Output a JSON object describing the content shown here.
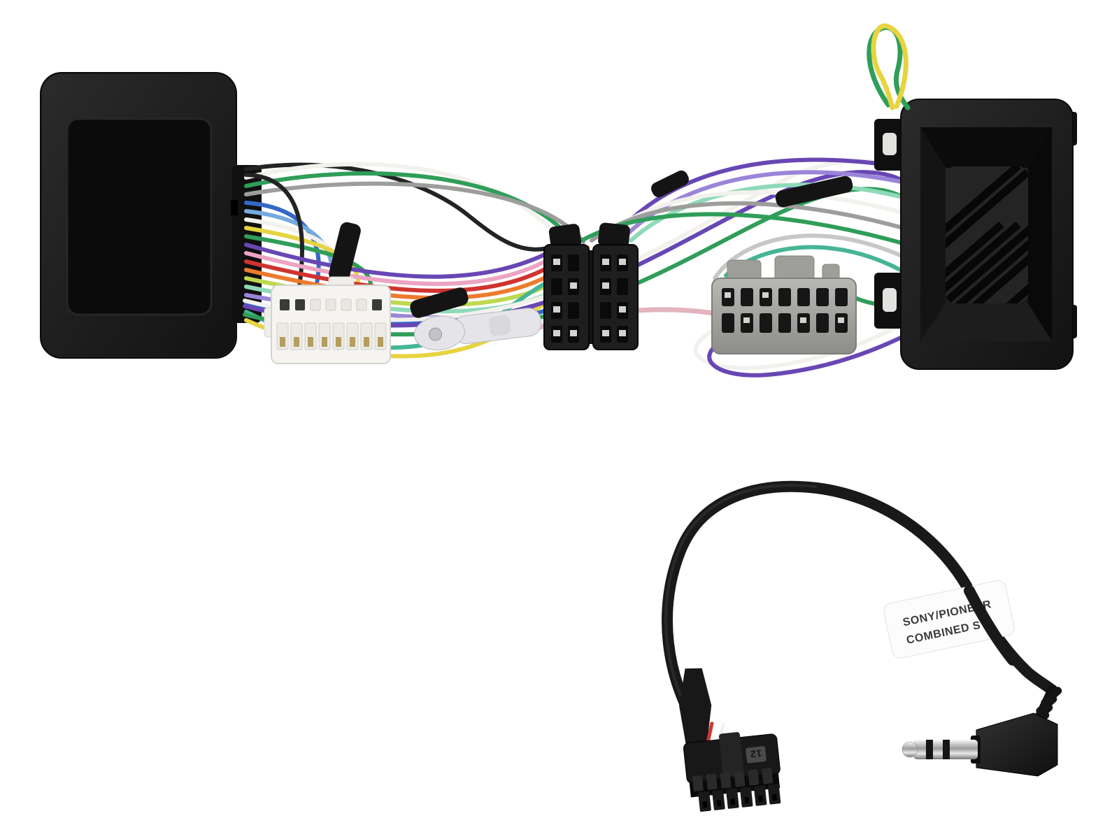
{
  "scene": {
    "background": "#ffffff",
    "subject": "Steering wheel control interface wiring harness with two black interface modules, multi-colour loom, vehicle connectors, and a separate Sony/Pioneer combined stalk patch lead with right-angle 3.5mm jack"
  },
  "colors": {
    "module_body": "#1f1f1f",
    "module_panel": "#0b0b0b",
    "module_stub": "#101010",
    "vent_inner": "#242424",
    "vent_slat": "#070707",
    "tab_black": "#0f0f0f",
    "tab_hole": "#e2e2e0",
    "tape": "#141414",
    "white_connector": "#f5f4f0",
    "white_connector_slot": "#eceae4",
    "gold_pin": "#b59d5f",
    "iso_connector": "#1e1e1e",
    "slot_dark": "#0a0a0a",
    "contact_metal": "#d2d2d0",
    "grey_connector": "#a9a9a5",
    "grey_connector_tab": "#9e9e9a",
    "grey_connector_slot": "#161616",
    "ring_terminal": "#e4e4e9",
    "ring_hole": "#c2c2c8",
    "cable": "#191919",
    "cable_sheen": "#3d3d3d",
    "boot_black": "#181818",
    "spring_black": "#151515",
    "label_bg": "#fcfcfc",
    "label_text": "#3a3a3a",
    "pin_badge": "#4a4a4a",
    "pin_badge_text": "#151515",
    "pin_back": "#2a2a2a",
    "pin_front": "#191919",
    "wires": {
      "black": "#232323",
      "white": "#f2f1ed",
      "gray": "#9d9d9b",
      "silver": "#c7c7c5",
      "blue": "#3468c8",
      "skyblue": "#74aadf",
      "green": "#2f9e58",
      "mint": "#8ed9b9",
      "teal": "#46b596",
      "yellow": "#e6d441",
      "yellowgreen": "#bfd84e",
      "purple": "#6847b4",
      "violet": "#9a85d8",
      "pink": "#eca4c2",
      "rose": "#e2b4be",
      "orange": "#ec7b2d",
      "red": "#cf3430"
    }
  },
  "patch_lead": {
    "label_line1": "SONY/PIONEER",
    "label_line2": "COMBINED STA",
    "connector_marking": "12"
  }
}
